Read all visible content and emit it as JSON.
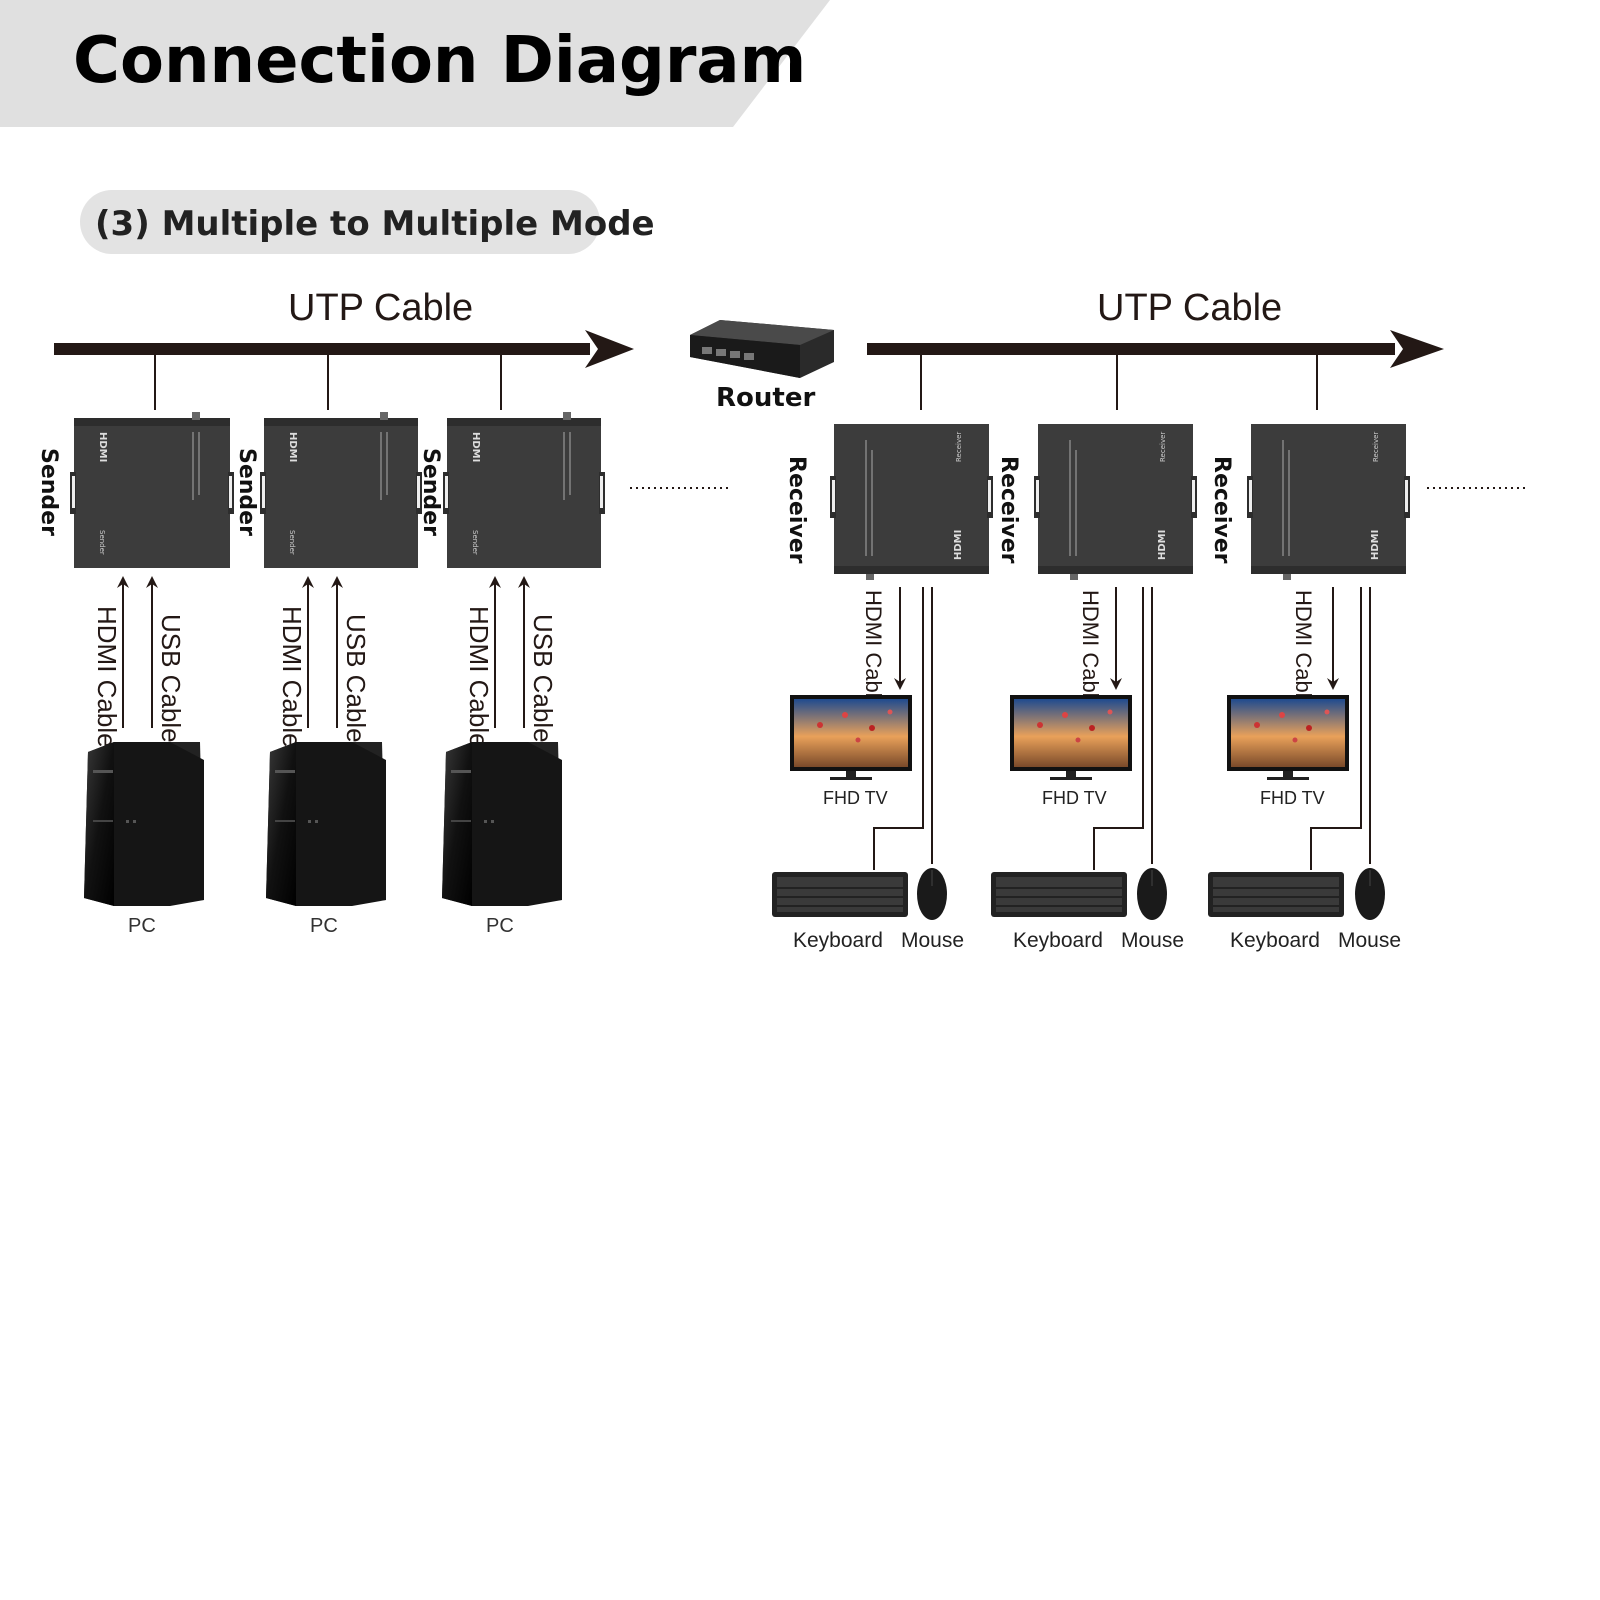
{
  "header": {
    "title": "Connection Diagram",
    "mode_label": "(3) Multiple to Multiple Mode"
  },
  "colors": {
    "accent": "#231815",
    "banner": "#e0e0e0",
    "device": "#3c3c3c",
    "pill": "#e3e3e3"
  },
  "utp_cable_label": "UTP Cable",
  "router": {
    "label": "Router",
    "icon": "router-icon"
  },
  "sender_side": {
    "units": [
      {
        "device_label": "Sender",
        "hdmi_cable": "HDMI Cable",
        "usb_cable": "USB Cable",
        "pc_label": "PC"
      },
      {
        "device_label": "Sender",
        "hdmi_cable": "HDMI Cable",
        "usb_cable": "USB Cable",
        "pc_label": "PC"
      },
      {
        "device_label": "Sender",
        "hdmi_cable": "HDMI Cable",
        "usb_cable": "USB Cable",
        "pc_label": "PC"
      }
    ]
  },
  "receiver_side": {
    "units": [
      {
        "device_label": "Receiver",
        "hdmi_cable": "HDMI Cable",
        "tv_label": "FHD TV",
        "keyboard_label": "Keyboard",
        "mouse_label": "Mouse"
      },
      {
        "device_label": "Receiver",
        "hdmi_cable": "HDMI Cable",
        "tv_label": "FHD TV",
        "keyboard_label": "Keyboard",
        "mouse_label": "Mouse"
      },
      {
        "device_label": "Receiver",
        "hdmi_cable": "HDMI Cable",
        "tv_label": "FHD TV",
        "keyboard_label": "Keyboard",
        "mouse_label": "Mouse"
      }
    ]
  },
  "device_face": {
    "brand": "HDMI",
    "sender_tag": "Sender",
    "receiver_tag": "Receiver"
  }
}
